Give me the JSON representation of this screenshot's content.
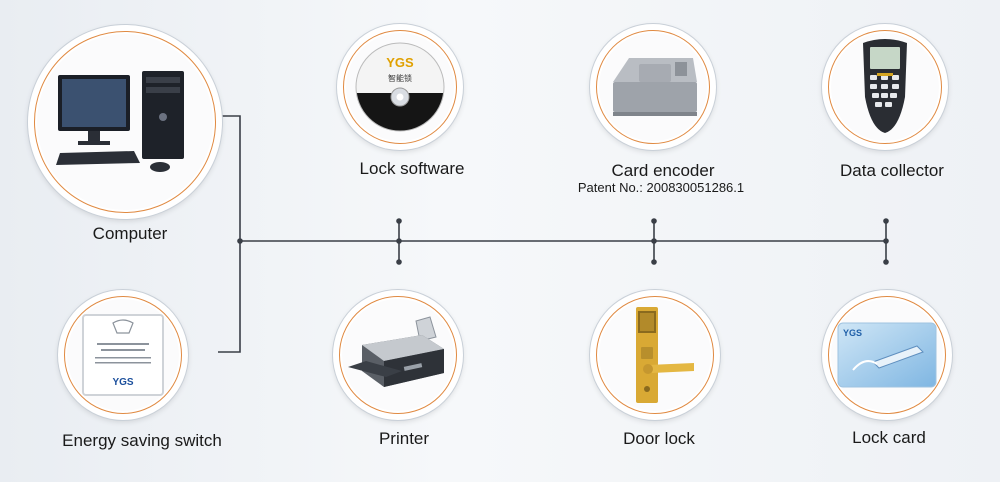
{
  "nodes": {
    "computer": {
      "label": "Computer"
    },
    "lock_software": {
      "label": "Lock software",
      "disc_brand": "YGS",
      "disc_text": "智能锁"
    },
    "card_encoder": {
      "label": "Card encoder",
      "patent": "Patent No.: 200830051286.1"
    },
    "data_collector": {
      "label": "Data collector"
    },
    "energy_switch": {
      "label": "Energy saving switch",
      "brand": "YGS"
    },
    "printer": {
      "label": "Printer"
    },
    "door_lock": {
      "label": "Door lock"
    },
    "lock_card": {
      "label": "Lock card",
      "brand": "YGS"
    }
  },
  "colors": {
    "ring": "#e08a42",
    "wire": "#3a3f47"
  }
}
